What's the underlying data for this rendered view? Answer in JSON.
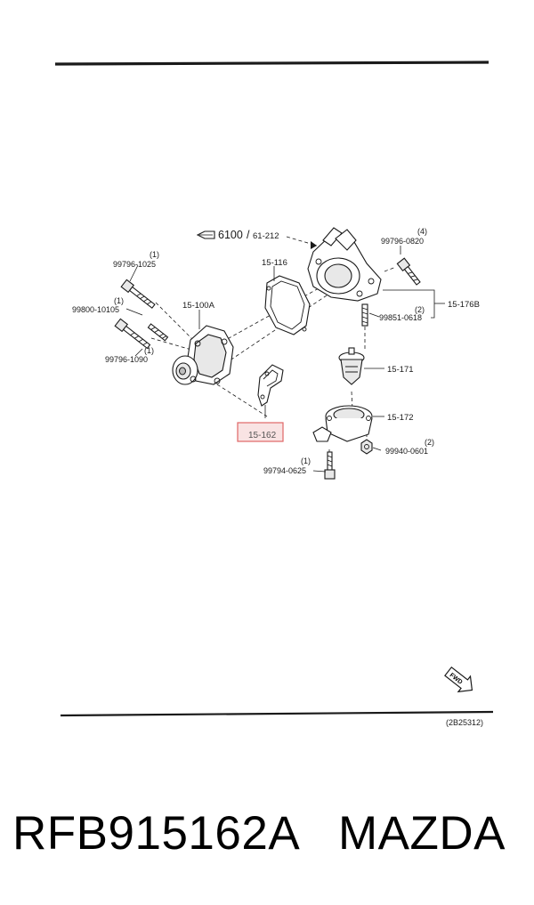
{
  "diagram": {
    "reference_code": "(2B25312)",
    "fwd_label": "FWD",
    "arrow_ref": {
      "main": "6100",
      "sub": "61-212"
    },
    "callouts": [
      {
        "id": "15-116",
        "text": "15-116"
      },
      {
        "id": "15-100A",
        "text": "15-100A"
      },
      {
        "id": "15-176B",
        "text": "15-176B"
      },
      {
        "id": "15-171",
        "text": "15-171"
      },
      {
        "id": "15-172",
        "text": "15-172"
      },
      {
        "id": "15-162",
        "text": "15-162",
        "highlighted": true
      },
      {
        "id": "99796-0820",
        "text": "99796-0820",
        "qty": "(4)"
      },
      {
        "id": "99796-1025",
        "text": "99796-1025",
        "qty": "(1)"
      },
      {
        "id": "99800-10105",
        "text": "99800-10105",
        "qty": "(1)"
      },
      {
        "id": "99796-1090",
        "text": "99796-1090",
        "qty": "(1)"
      },
      {
        "id": "99851-0618",
        "text": "99851-0618",
        "qty": "(2)"
      },
      {
        "id": "99940-0601",
        "text": "99940-0601",
        "qty": "(2)"
      },
      {
        "id": "99794-0625",
        "text": "99794-0625",
        "qty": "(1)"
      }
    ],
    "highlight_color": "#e06666"
  },
  "caption": {
    "part_number": "RFB915162A",
    "brand": "MAZDA"
  }
}
